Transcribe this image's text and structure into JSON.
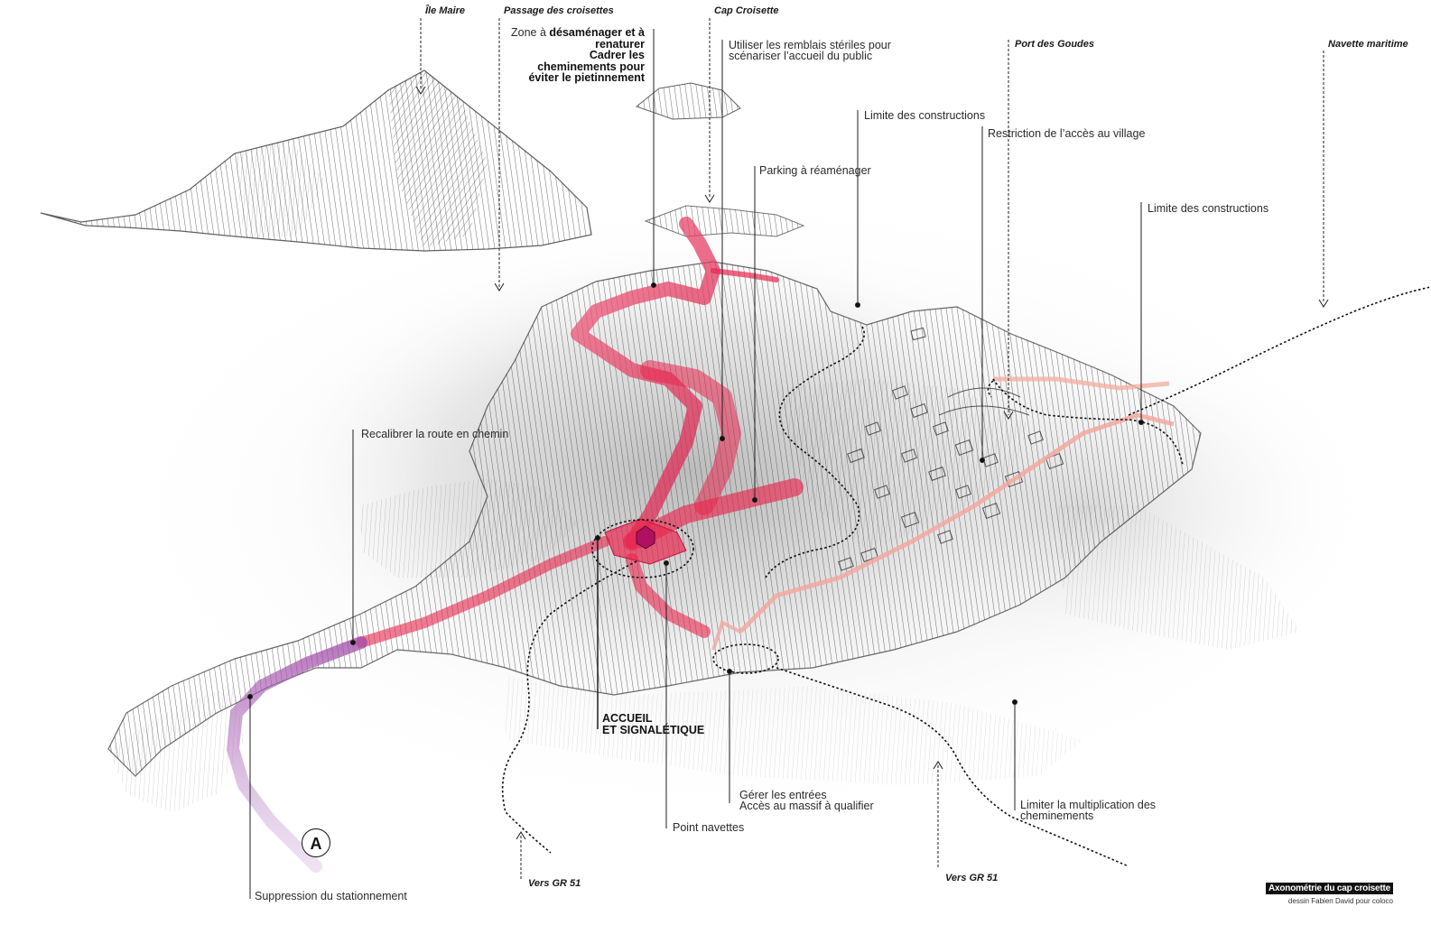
{
  "places": {
    "ile_maire": "Île Maire",
    "passage_croisettes": "Passage des croisettes",
    "cap_croisette": "Cap Croisette",
    "port_goudes": "Port des Goudes",
    "navette_maritime": "Navette maritime",
    "vers_gr51_left": "Vers GR 51",
    "vers_gr51_right": "Vers GR 51"
  },
  "annotations": {
    "zone_line1_prefix": "Zone à ",
    "zone_line1_bold": "désaménager et à",
    "zone_line2": "renaturer",
    "zone_line3": "Cadrer les",
    "zone_line4": "cheminements pour",
    "zone_line5": "éviter le pietinnement",
    "remblais_line1": "Utiliser les remblais stériles pour",
    "remblais_line2": "scénariser l’accueil du public",
    "limite_constructions_1": "Limite des constructions",
    "restriction_acces": "Restriction de l’accès au village",
    "parking": "Parking à réaménager",
    "limite_constructions_2": "Limite des constructions",
    "recalibrer": "Recalibrer la route en chemin",
    "accueil_line1": "ACCUEIL",
    "accueil_line2": "ET SIGNALÉTIQUE",
    "gerer_line1": "Gérer les entrées",
    "gerer_line2": "Accès au massif à qualifier",
    "limiter_line1": "Limiter la multiplication des",
    "limiter_line2": "cheminements",
    "point_navettes": "Point navettes",
    "suppression": "Suppression du stationnement"
  },
  "marker": {
    "label": "A"
  },
  "caption": {
    "title": "Axonométrie du cap croisette",
    "credit": "dessin Fabien David pour coloco"
  },
  "colors": {
    "path_red": "#e8264f",
    "path_purple": "#8a3aa0",
    "pencil": "#555555",
    "leader": "#222222"
  }
}
